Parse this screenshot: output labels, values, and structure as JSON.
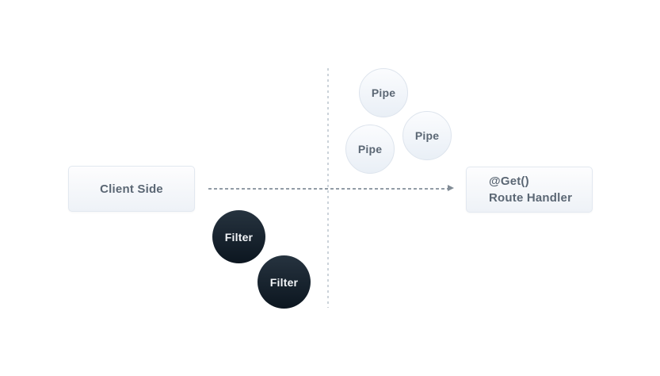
{
  "diagram": {
    "title": "request-pipeline-diagram",
    "nodes": {
      "client": {
        "label": "Client Side"
      },
      "route_handler": {
        "line1": "@Get()",
        "line2": "Route Handler"
      }
    },
    "pipes": [
      {
        "label": "Pipe"
      },
      {
        "label": "Pipe"
      },
      {
        "label": "Pipe"
      }
    ],
    "filters": [
      {
        "label": "Filter"
      },
      {
        "label": "Filter"
      }
    ],
    "connectors": {
      "horizontal_arrow": {
        "style": "dashed",
        "direction": "left-to-right",
        "color": "#929ca6"
      },
      "vertical_divider": {
        "style": "dashed",
        "color": "#ccd3da"
      }
    },
    "colors": {
      "background": "#ffffff",
      "box_fill_top": "#fdfdfe",
      "box_fill_bottom": "#eef2f7",
      "box_border": "#e2e8f0",
      "pipe_fill_top": "#fbfcfe",
      "pipe_fill_bottom": "#e9eff6",
      "pipe_border": "#dde4ed",
      "filter_fill_top": "#26333f",
      "filter_fill_bottom": "#0c1620",
      "label_text": "#5b6774",
      "filter_text": "#f3f6f9"
    }
  }
}
